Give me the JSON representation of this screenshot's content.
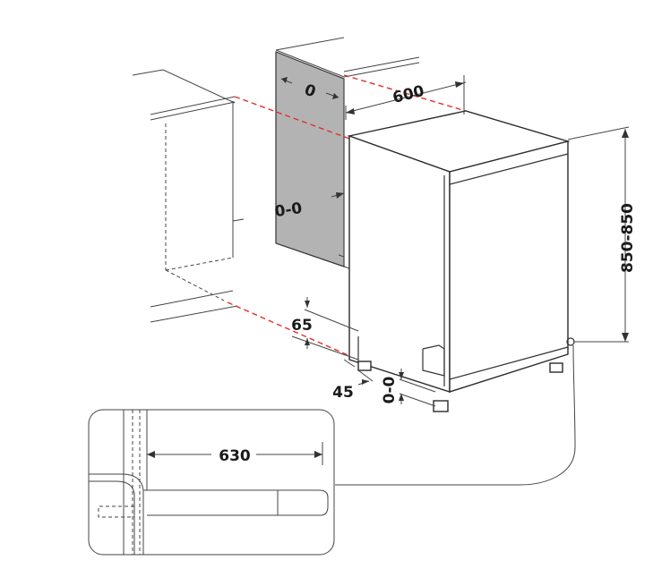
{
  "diagram": {
    "dimensions": {
      "niche_depth": "0",
      "width": "600",
      "side_gap": "0-0",
      "height": "850-850",
      "plinth_height": "65",
      "foot_offset": "45",
      "foot_adjust": "0-0",
      "detail_depth": "630"
    },
    "colors": {
      "alignment_lines": "#e0322b",
      "side_panel": "#b3b3b3",
      "outline": "#333333"
    }
  }
}
